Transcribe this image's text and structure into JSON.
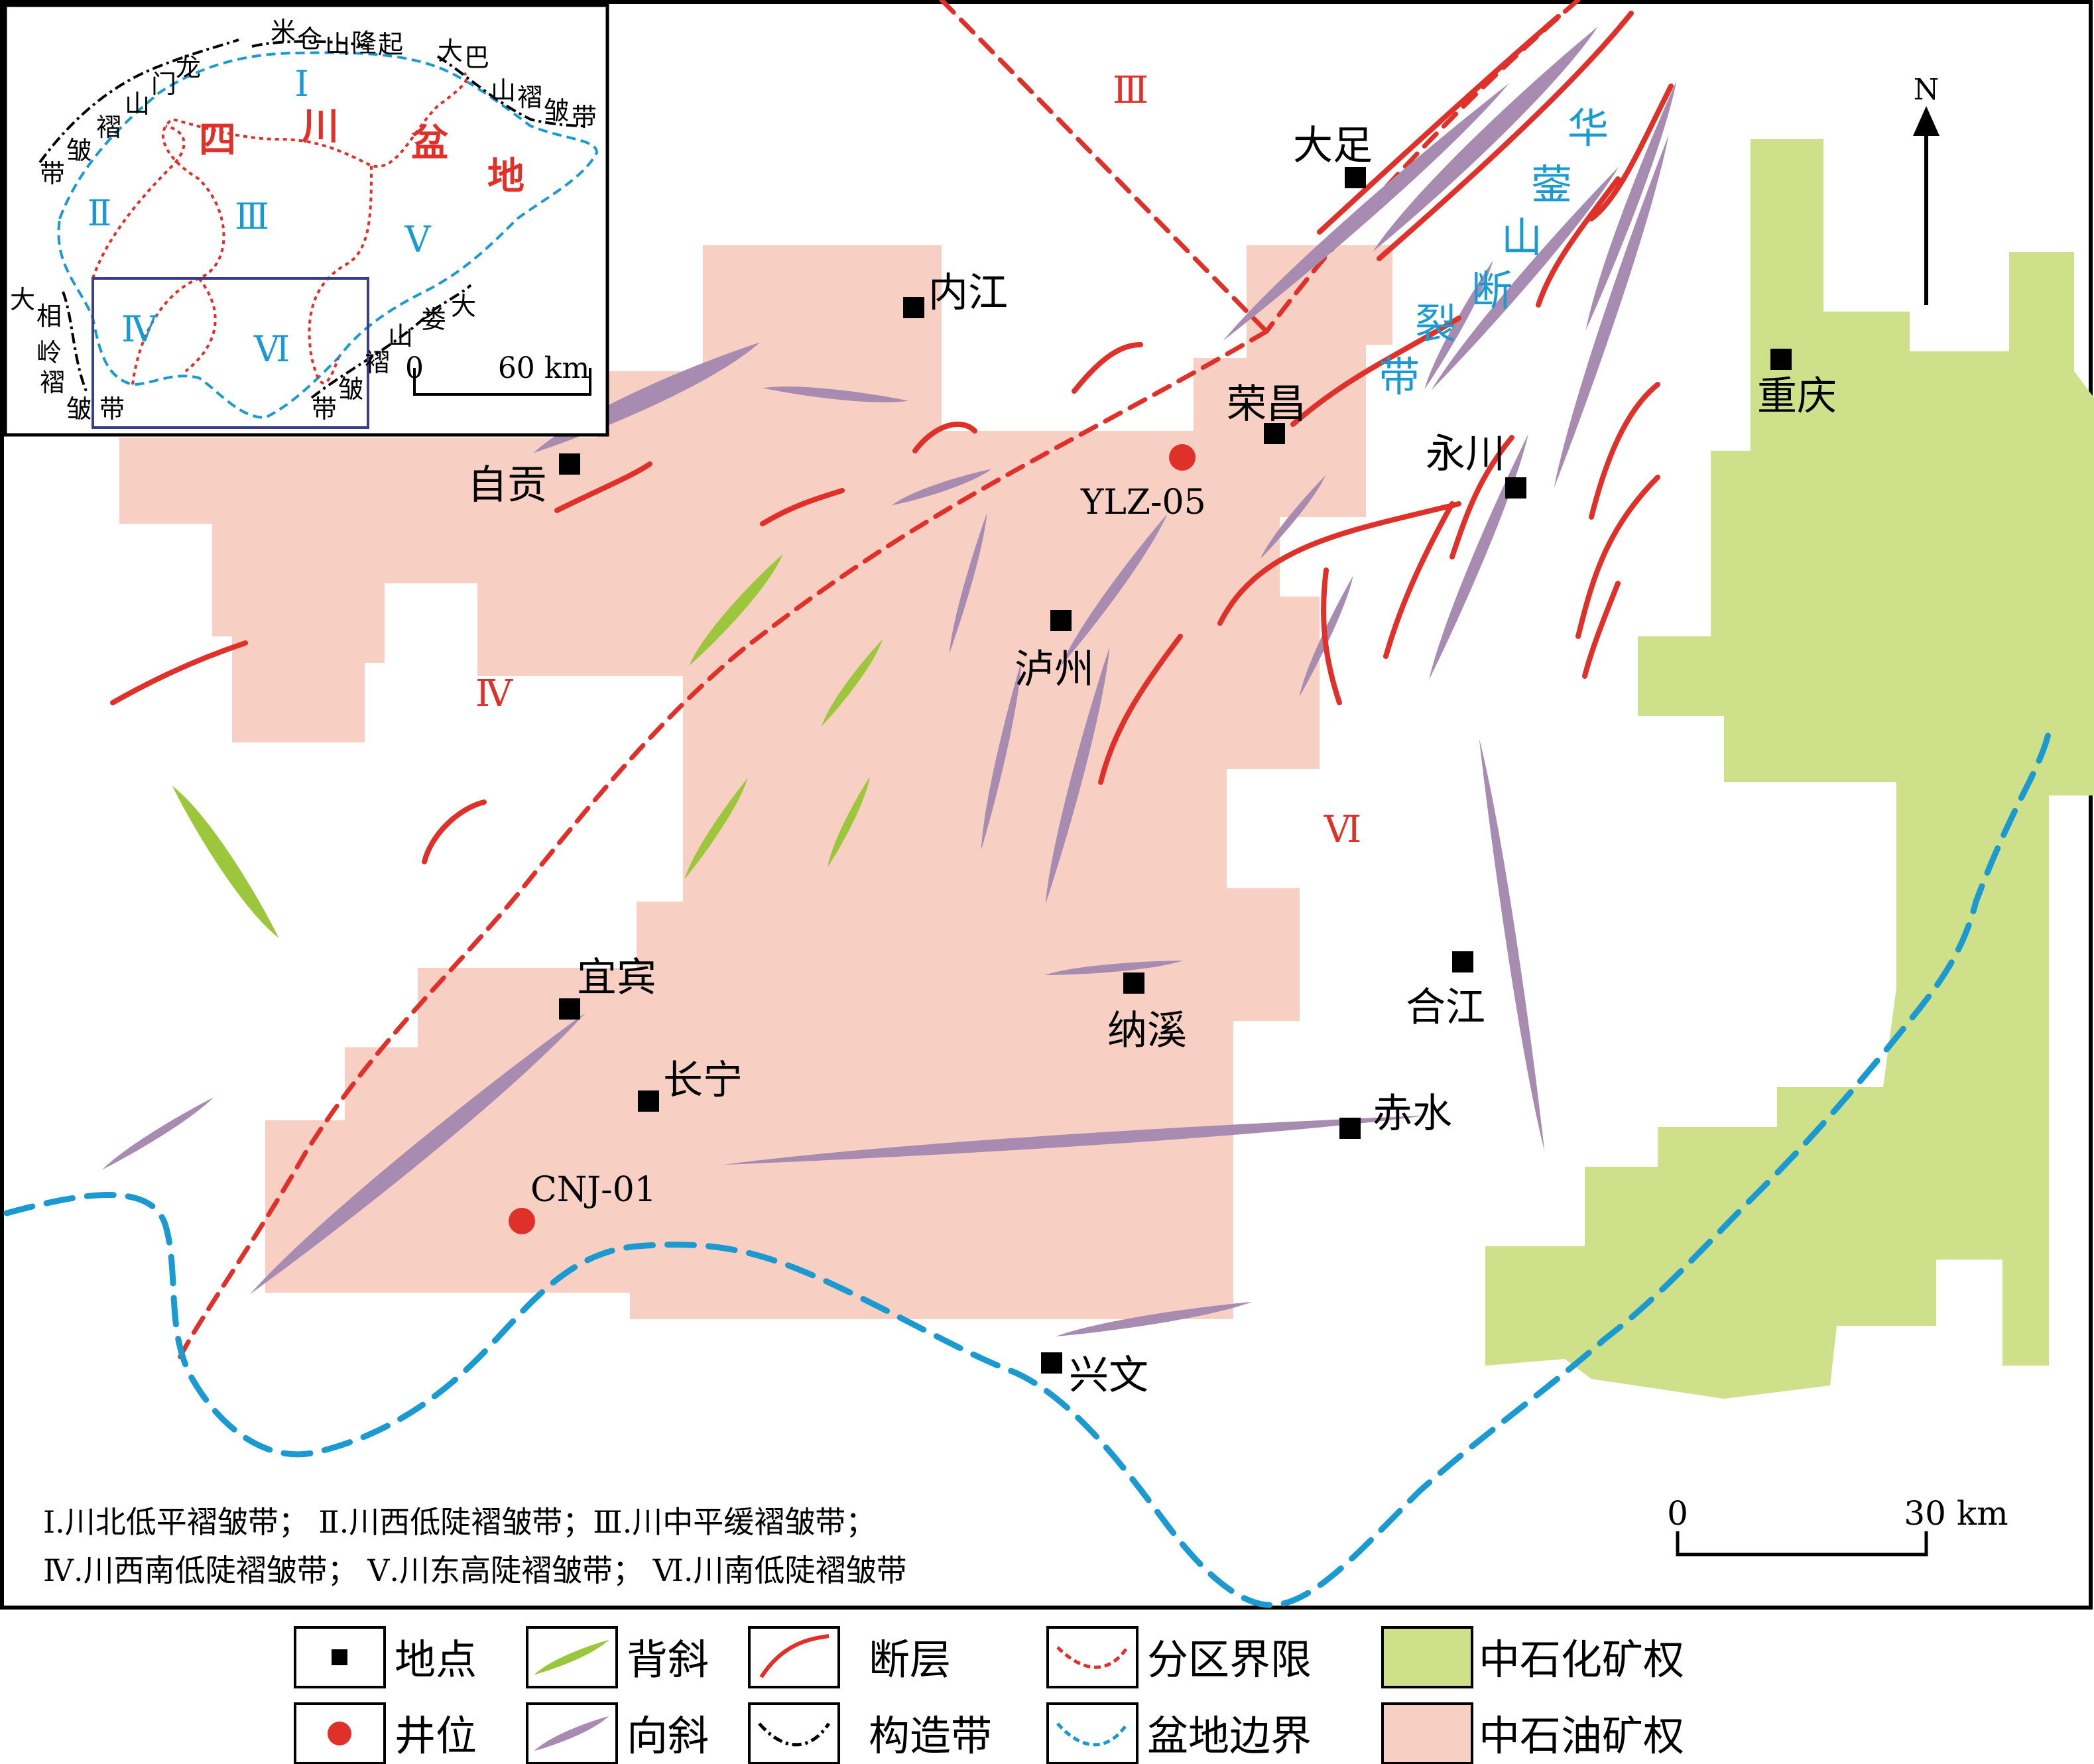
{
  "main_map": {
    "cities": [
      {
        "name": "大足"
      },
      {
        "name": "内江"
      },
      {
        "name": "荣昌"
      },
      {
        "name": "重庆"
      },
      {
        "name": "自贡"
      },
      {
        "name": "永川"
      },
      {
        "name": "泸州"
      },
      {
        "name": "宜宾"
      },
      {
        "name": "纳溪"
      },
      {
        "name": "合江"
      },
      {
        "name": "长宁"
      },
      {
        "name": "赤水"
      },
      {
        "name": "兴文"
      }
    ],
    "wells": [
      {
        "name": "YLZ-05"
      },
      {
        "name": "CNJ-01"
      }
    ],
    "zone_labels": [
      "Ⅲ",
      "Ⅳ",
      "Ⅵ"
    ],
    "fault_zone_label": [
      "华",
      "蓥",
      "山",
      "断",
      "裂",
      "带"
    ],
    "north_label": "N",
    "scale_bar": {
      "start": "0",
      "end": "30 km"
    },
    "zone_descriptions": [
      "Ⅰ.川北低平褶皱带； Ⅱ.川西低陡褶皱带；Ⅲ.川中平缓褶皱带；",
      "Ⅳ.川西南低陡褶皱带； Ⅴ.川东高陡褶皱带； Ⅵ.川南低陡褶皱带"
    ]
  },
  "inset": {
    "basin_title": [
      "四",
      "川",
      "盆",
      "地"
    ],
    "zones": [
      "Ⅰ",
      "Ⅱ",
      "Ⅲ",
      "Ⅳ",
      "Ⅴ",
      "Ⅵ"
    ],
    "belts": {
      "micang": [
        "米",
        "仓",
        "山",
        "隆",
        "起"
      ],
      "dabashan": [
        "大",
        "巴",
        "山",
        "褶",
        "皱",
        "带"
      ],
      "longmenshan": [
        "龙",
        "门",
        "山",
        "褶",
        "皱",
        "带"
      ],
      "daliangshan": [
        "大",
        "相",
        "岭",
        "褶",
        "皱",
        "带"
      ],
      "dalou": [
        "大",
        "娄",
        "山",
        "褶",
        "皱",
        "带"
      ]
    },
    "scale_bar": {
      "start": "0",
      "end": "60 km"
    }
  },
  "legend": [
    {
      "symbol": "point",
      "label": "地点"
    },
    {
      "symbol": "anticline",
      "label": "背斜"
    },
    {
      "symbol": "fault",
      "label": "断层"
    },
    {
      "symbol": "zone-boundary",
      "label": "分区界限"
    },
    {
      "symbol": "sinopec-area",
      "label": "中石化矿权"
    },
    {
      "symbol": "well",
      "label": "井位"
    },
    {
      "symbol": "syncline",
      "label": "向斜"
    },
    {
      "symbol": "structural-belt",
      "label": "构造带"
    },
    {
      "symbol": "basin-boundary",
      "label": "盆地边界"
    },
    {
      "symbol": "petrochina-area",
      "label": "中石油矿权"
    }
  ],
  "colors": {
    "petrochina": "#f7cfc3",
    "sinopec": "#cfe08a",
    "fault": "#e0302a",
    "syncline": "#a78bb0",
    "anticline": "#9cc63b",
    "basin_boundary": "#1a9ad0",
    "well": "#e0302a"
  }
}
